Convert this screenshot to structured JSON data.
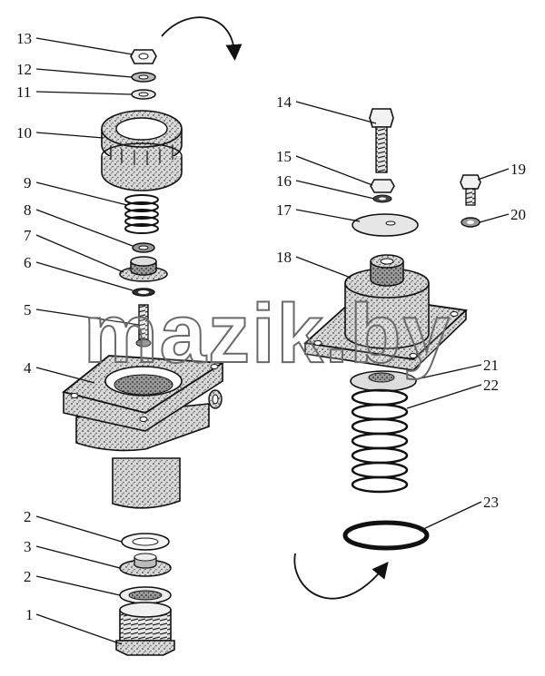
{
  "diagram": {
    "part_numbers": [
      "1",
      "2",
      "2",
      "3",
      "4",
      "5",
      "6",
      "7",
      "8",
      "9",
      "10",
      "11",
      "12",
      "13",
      "14",
      "15",
      "16",
      "17",
      "18",
      "19",
      "20",
      "21",
      "22",
      "23"
    ],
    "watermark": "mazik.by",
    "colors": {
      "line": "#111111",
      "stipple": "#555555",
      "background": "#ffffff"
    }
  }
}
